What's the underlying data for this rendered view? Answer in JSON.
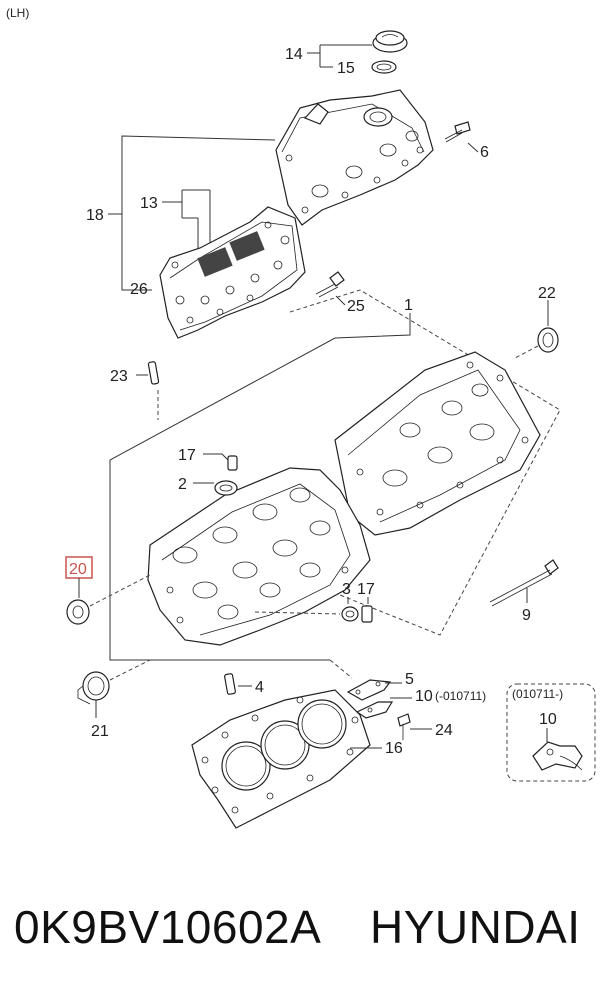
{
  "corner_label": "(LH)",
  "callouts": {
    "c14": "14",
    "c15": "15",
    "c6": "6",
    "c18": "18",
    "c13": "13",
    "c26": "26",
    "c25": "25",
    "c1": "1",
    "c22": "22",
    "c23": "23",
    "c17a": "17",
    "c2": "2",
    "c20": "20",
    "c3": "3",
    "c17b": "17",
    "c9": "9",
    "c4": "4",
    "c5": "5",
    "c10a": "10",
    "c10a_note": "(-010711)",
    "c24": "24",
    "c21": "21",
    "c16": "16",
    "inset_title": "(010711-)",
    "c10b": "10"
  },
  "highlight_color": "#c9534f",
  "footer": {
    "part_code": "0K9BV10602A",
    "brand": "HYUNDAI"
  }
}
